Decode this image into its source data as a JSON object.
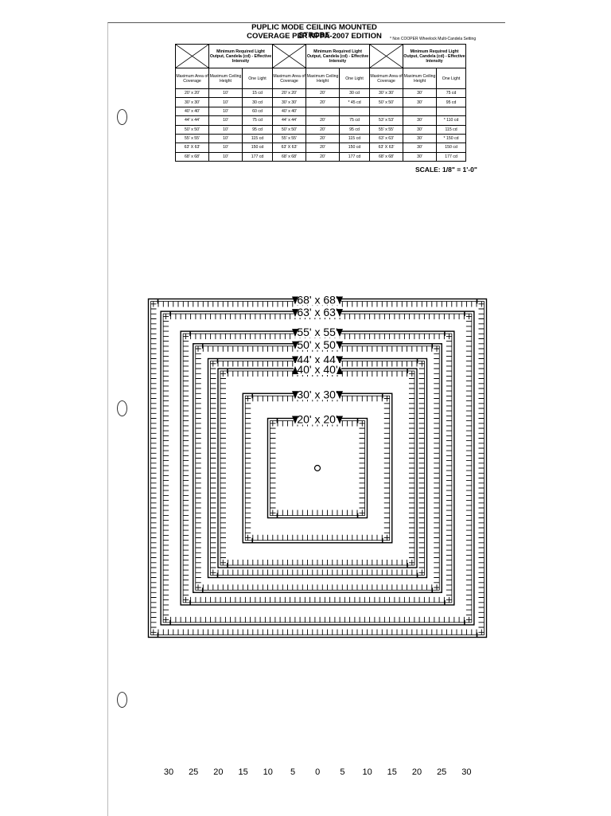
{
  "title_line1": "PUPLIC MODE CEILING MOUNTED STROBE",
  "title_line2": "COVERAGE PER NFPA-2007 EDITION",
  "note": "* Non COOPER Wheelock Multi-Candela Setting",
  "scale_label": "SCALE: 1/8\" = 1'-0\"",
  "table": {
    "group_header": "Minimum Required Light Output, Candela (cd) - Effective Intensity",
    "col_headers": [
      "Maximum Area of Coverage",
      "Maximum Ceiling Height",
      "One Light"
    ],
    "groups": [
      {
        "rows": [
          [
            "20' x 20'",
            "10'",
            "15 cd"
          ],
          [
            "30' x 30'",
            "10'",
            "30 cd"
          ],
          [
            "40' x 40'",
            "10'",
            "60 cd"
          ],
          [
            "44' x 44'",
            "10'",
            "75 cd"
          ],
          [
            "50' x 50'",
            "10'",
            "95 cd"
          ],
          [
            "55' x 55'",
            "10'",
            "115 cd"
          ],
          [
            "63' X 63'",
            "10'",
            "150 cd"
          ],
          [
            "68' x 68'",
            "10'",
            "177 cd"
          ]
        ]
      },
      {
        "rows": [
          [
            "20' x 20'",
            "20'",
            "30 cd"
          ],
          [
            "30' x 30'",
            "20'",
            "* 45 cd"
          ],
          [
            "40' x 40'",
            "",
            ""
          ],
          [
            "44' x 44'",
            "20'",
            "75 cd"
          ],
          [
            "50' x 50'",
            "20'",
            "95 cd"
          ],
          [
            "55' x 55'",
            "20'",
            "115 cd"
          ],
          [
            "63' X 63'",
            "20'",
            "150 cd"
          ],
          [
            "68' x 68'",
            "20'",
            "177 cd"
          ]
        ]
      },
      {
        "rows": [
          [
            "30' x 30'",
            "30'",
            "75 cd"
          ],
          [
            "50' x 50'",
            "30'",
            "95 cd"
          ],
          [
            "",
            "",
            ""
          ],
          [
            "53' x 53'",
            "30'",
            "* 110 cd"
          ],
          [
            "55' x 55'",
            "30'",
            "115 cd"
          ],
          [
            "63' x 63'",
            "30'",
            "* 150 cd"
          ],
          [
            "63' X 63'",
            "30'",
            "150 cd"
          ],
          [
            "68' x 68'",
            "30'",
            "177 cd"
          ]
        ]
      }
    ]
  },
  "coverage_labels": [
    "68' x 68'",
    "63' x 63'",
    "55' x 55'",
    "50' x 50'",
    "44' x 44'",
    "40' x 40'",
    "30' x 30'",
    "20' x 20'"
  ],
  "axis_numbers": [
    "30",
    "25",
    "20",
    "15",
    "10",
    "5",
    "0",
    "5",
    "10",
    "15",
    "20",
    "25",
    "30"
  ],
  "icons": {
    "punch_hole": "punch-hole-icon",
    "strobe": "strobe-icon",
    "arrow": "arrow-icon"
  }
}
